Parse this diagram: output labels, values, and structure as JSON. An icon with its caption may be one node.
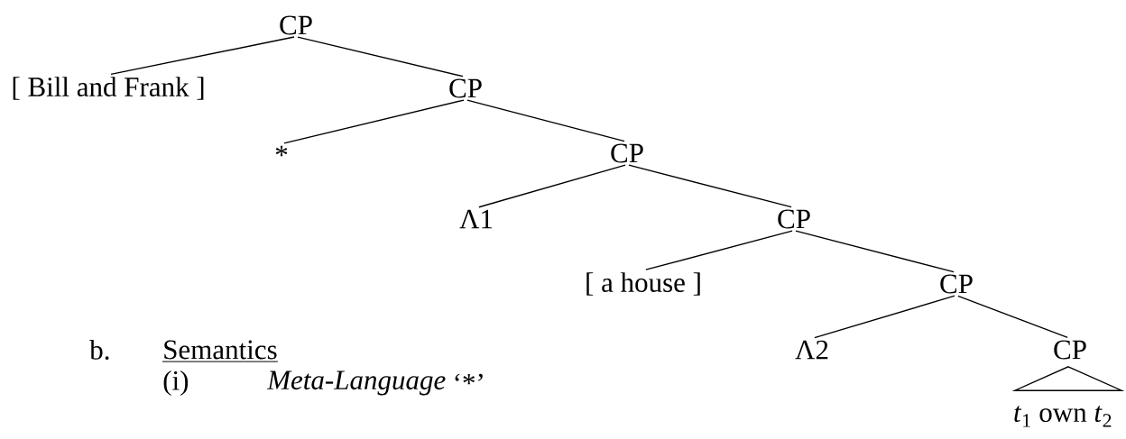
{
  "diagram": {
    "nodes": [
      {
        "text": [
          "CP"
        ]
      },
      {
        "text": [
          "[ Bill and Frank ]"
        ]
      },
      {
        "text": [
          "CP"
        ]
      },
      {
        "text": [
          "*"
        ]
      },
      {
        "text": [
          "CP"
        ]
      },
      {
        "text": [
          "Λ1"
        ]
      },
      {
        "text": [
          "CP"
        ]
      },
      {
        "text": [
          "[ a house ]"
        ]
      },
      {
        "text": [
          "CP"
        ]
      },
      {
        "text": [
          "Λ2"
        ]
      },
      {
        "text": [
          "CP"
        ]
      },
      {
        "text": [],
        "shape": "triangle"
      },
      {
        "text": [
          "*t*$_{1}$ own *t*$_{2}$"
        ]
      }
    ],
    "edges": [
      {
        "from": 0,
        "to": 1,
        "arrow": "none"
      },
      {
        "from": 0,
        "to": 2,
        "arrow": "none"
      },
      {
        "from": 2,
        "to": 3,
        "arrow": "none"
      },
      {
        "from": 2,
        "to": 4,
        "arrow": "none"
      },
      {
        "from": 4,
        "to": 5,
        "arrow": "none"
      },
      {
        "from": 4,
        "to": 6,
        "arrow": "none"
      },
      {
        "from": 6,
        "to": 7,
        "arrow": "none"
      },
      {
        "from": 6,
        "to": 8,
        "arrow": "none"
      },
      {
        "from": 8,
        "to": 9,
        "arrow": "none"
      },
      {
        "from": 8,
        "to": 10,
        "arrow": "none"
      }
    ],
    "labels": [
      "b.",
      "Semantics",
      "(i)",
      "Meta-Language",
      "‘*’"
    ]
  }
}
